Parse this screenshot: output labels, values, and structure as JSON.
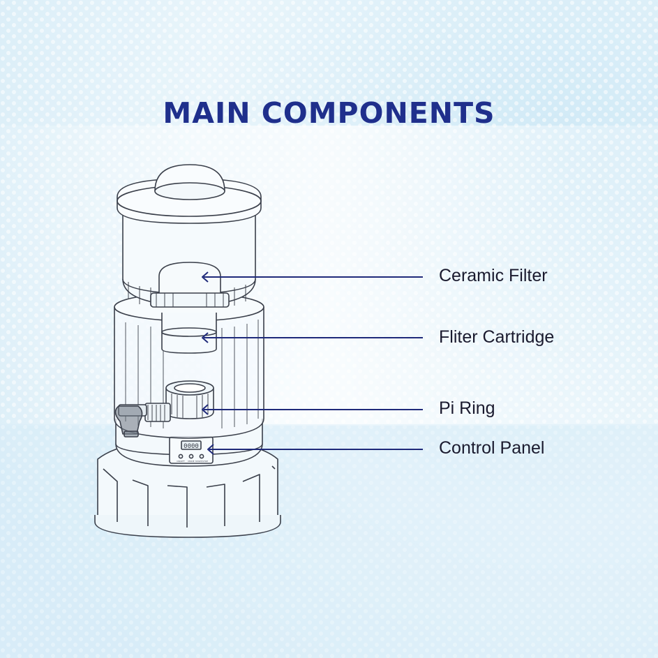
{
  "title": "MAIN COMPONENTS",
  "colors": {
    "title": "#1f2f8c",
    "leader_line": "#1f2a7a",
    "outline": "#3a3f4a",
    "background_light": "#ffffff",
    "background_blue": "#cfe9f6"
  },
  "components": [
    {
      "id": "ceramic-filter",
      "label": "Ceramic Filter"
    },
    {
      "id": "filter-cartridge",
      "label": "Fliter Cartridge"
    },
    {
      "id": "pi-ring",
      "label": "Pi Ring"
    },
    {
      "id": "control-panel",
      "label": "Control Panel"
    }
  ],
  "control_panel_buttons": [
    "ON/OFF",
    "MODE",
    "START/STOP"
  ],
  "display_digits": "0000"
}
